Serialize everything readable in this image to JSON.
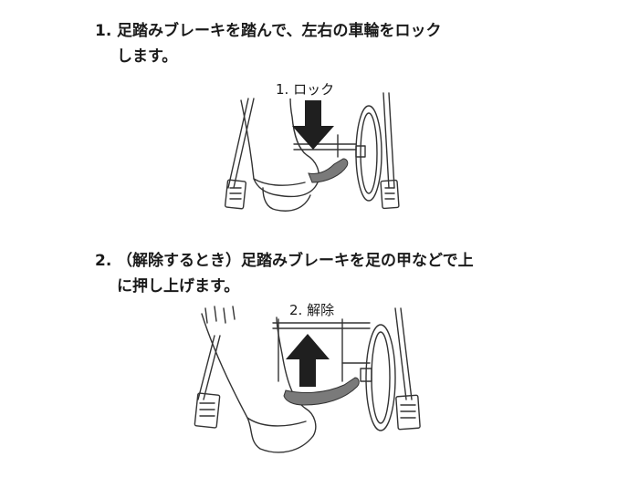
{
  "steps": [
    {
      "number": "1.",
      "line1": "足踏みブレーキを踏んで、左右の車輪をロック",
      "line2": "します。",
      "callout": "1. ロック",
      "arrow": "down"
    },
    {
      "number": "2.",
      "line1": "（解除するとき）足踏みブレーキを足の甲などで上",
      "line2": "に押し上げます。",
      "callout": "2. 解除",
      "arrow": "up"
    }
  ],
  "colors": {
    "text": "#1a1a1a",
    "arrow": "#1f1f1f",
    "brake_pedal": "#7a7a7a",
    "line_art": "#333333"
  },
  "icons": [
    "down-arrow-icon",
    "up-arrow-icon"
  ]
}
